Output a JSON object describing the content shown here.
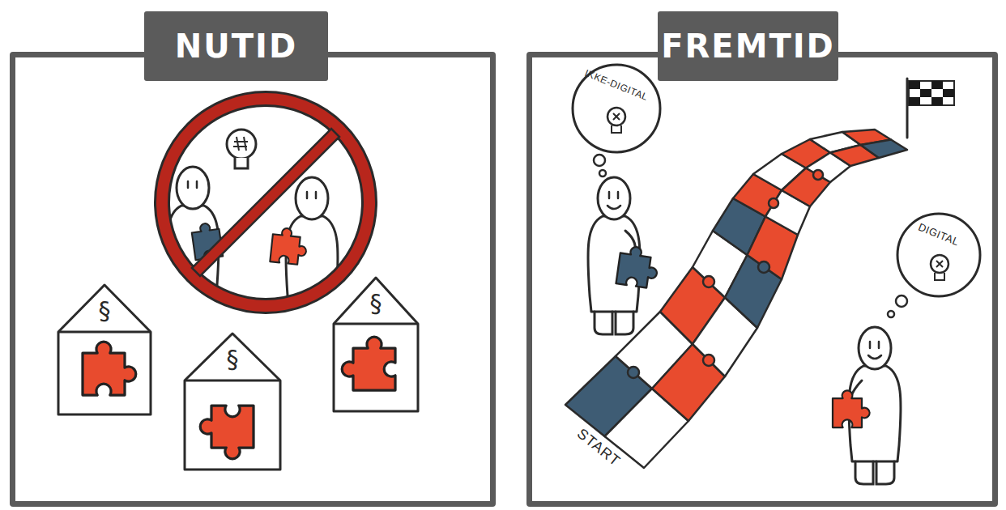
{
  "diagram": {
    "nodes": [
      {
        "text": [
          "NUTID"
        ]
      },
      {
        "text": [
          "§"
        ],
        "in": 0
      },
      {
        "text": [
          "§"
        ],
        "in": 0
      },
      {
        "text": [
          "§"
        ],
        "in": 0
      },
      {
        "text": [
          "FREMTID"
        ]
      },
      {
        "text": [
          "IKKE-DIGITAL"
        ],
        "in": 4
      },
      {
        "text": [
          "DIGITAL"
        ],
        "in": 4
      }
    ],
    "labels": [
      "START"
    ]
  }
}
